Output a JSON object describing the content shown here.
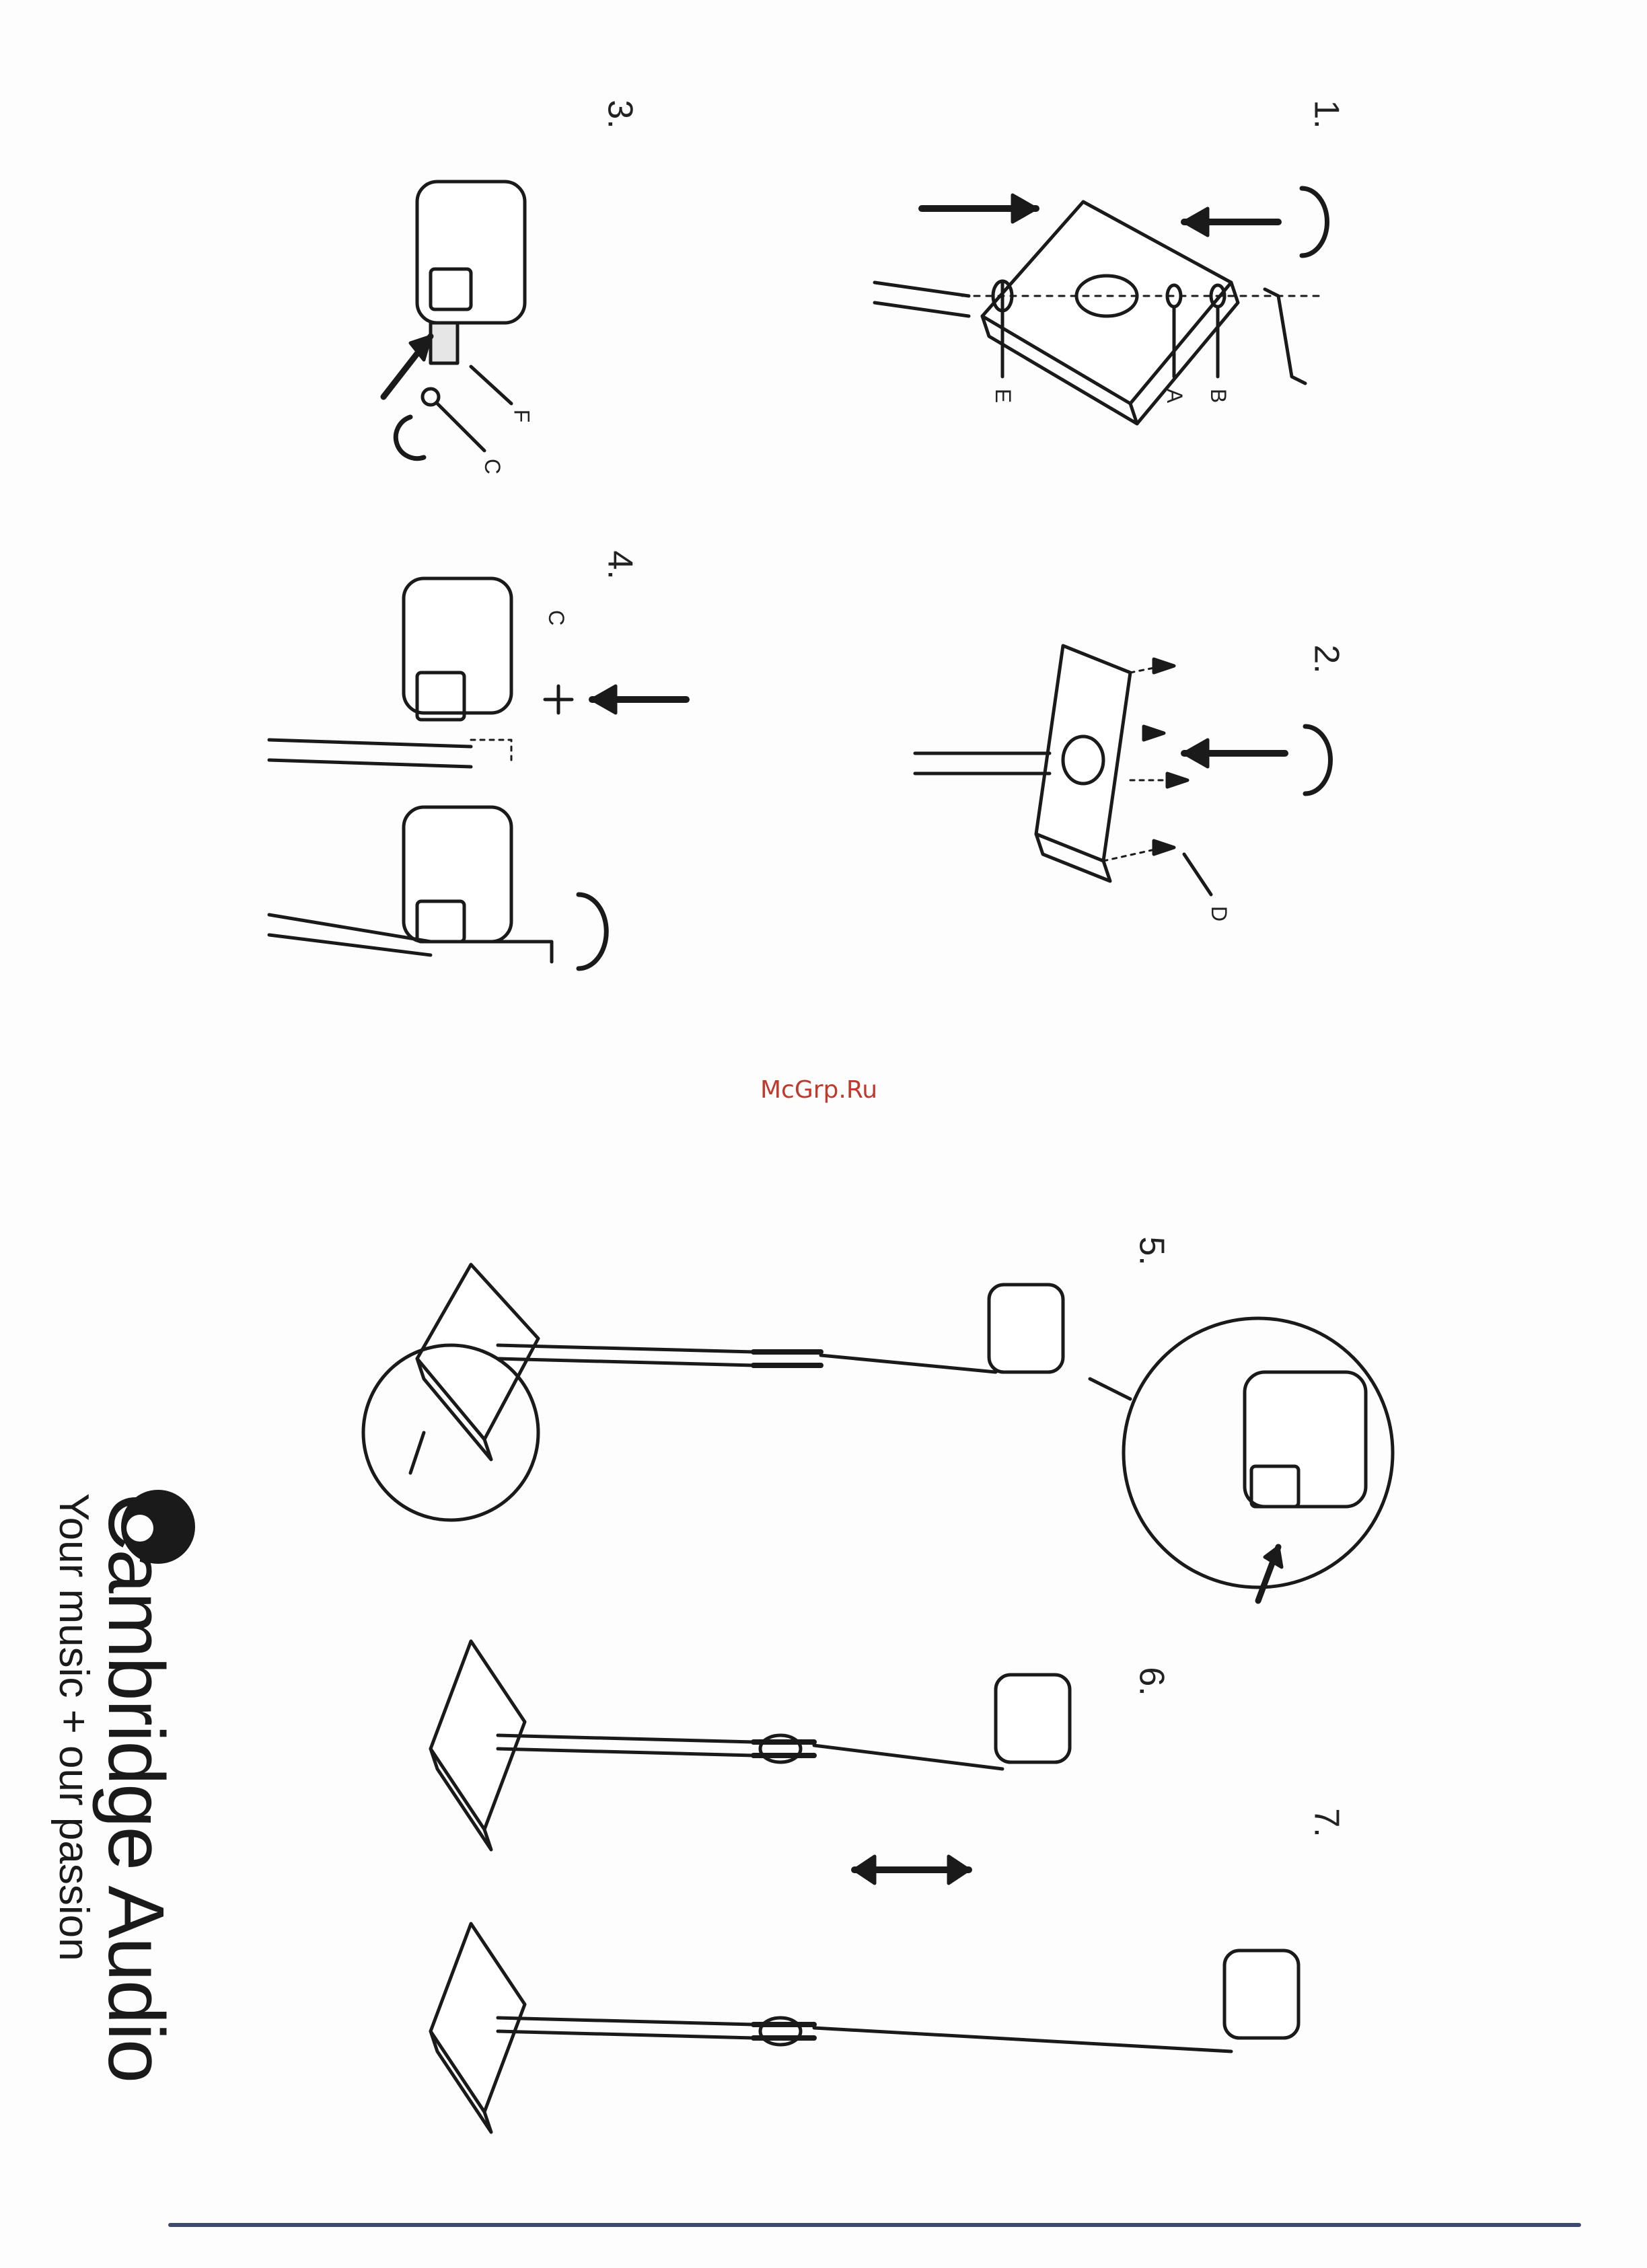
{
  "steps": [
    "1.",
    "2.",
    "3.",
    "4.",
    "5.",
    "6.",
    "7."
  ],
  "parts": {
    "a": "A",
    "b": "B",
    "c": "C",
    "d": "D",
    "e": "E",
    "f": "F",
    "c2": "C"
  },
  "watermark": "McGrp.Ru",
  "brand": {
    "name": "Cambridge Audio",
    "tagline": "Your music + our passion"
  }
}
